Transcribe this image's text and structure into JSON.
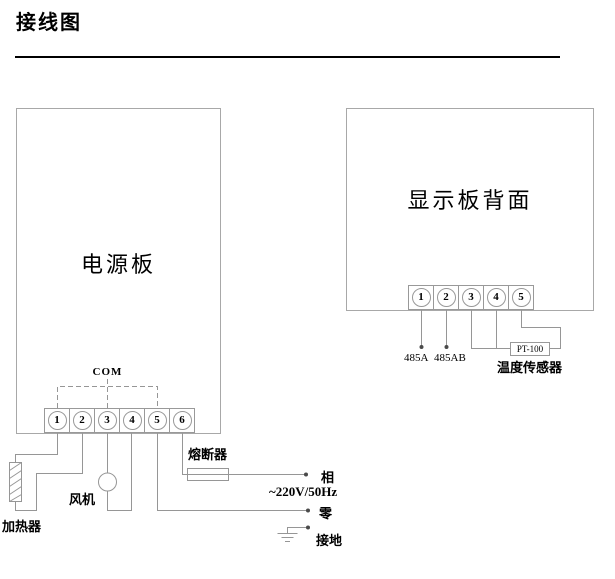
{
  "title": "接线图",
  "power_board": {
    "label": "电源板",
    "com_label": "COM",
    "terminals": [
      "1",
      "2",
      "3",
      "4",
      "5",
      "6"
    ]
  },
  "display_board": {
    "label": "显示板背面",
    "terminals": [
      "1",
      "2",
      "3",
      "4",
      "5"
    ]
  },
  "components": {
    "heater_label": "加热器",
    "fan_label": "风机",
    "fuse_label": "熔断器",
    "sensor_box_label": "PT-100",
    "sensor_label": "温度传感器",
    "rs485_a_label": "485A",
    "rs485_b_label": "485AB"
  },
  "mains": {
    "phase_label": "相",
    "voltage_label": "~220V/50Hz",
    "neutral_label": "零",
    "ground_label": "接地"
  },
  "colors": {
    "wire": "#969696",
    "border": "#a8a8a8",
    "text": "#000000",
    "background": "#ffffff"
  }
}
